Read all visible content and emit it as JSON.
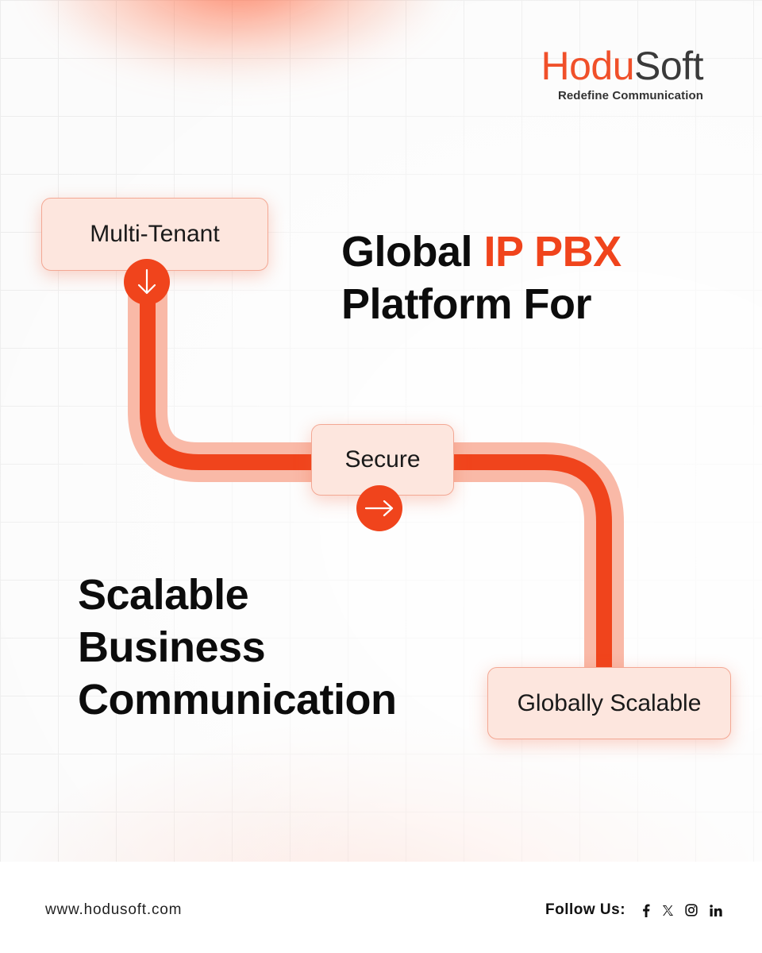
{
  "brand": {
    "name_part1": "Hodu",
    "name_part2": "Soft",
    "tagline": "Redefine Communication",
    "accent_color": "#f0502a"
  },
  "headline": {
    "line1_plain": "Global",
    "line1_accent": "IP PBX",
    "line2": "Platform For"
  },
  "subheadline": {
    "line1": "Scalable",
    "line2": "Business",
    "line3": "Communication"
  },
  "flow": {
    "steps": [
      {
        "label": "Multi-Tenant",
        "icon": "arrow-down-icon"
      },
      {
        "label": "Secure",
        "icon": "arrow-right-icon"
      },
      {
        "label": "Globally Scalable"
      }
    ],
    "line_color": "#f0441c"
  },
  "footer": {
    "website": "www.hodusoft.com",
    "follow_label": "Follow Us:",
    "social": [
      "facebook-icon",
      "x-icon",
      "instagram-icon",
      "linkedin-icon"
    ]
  }
}
